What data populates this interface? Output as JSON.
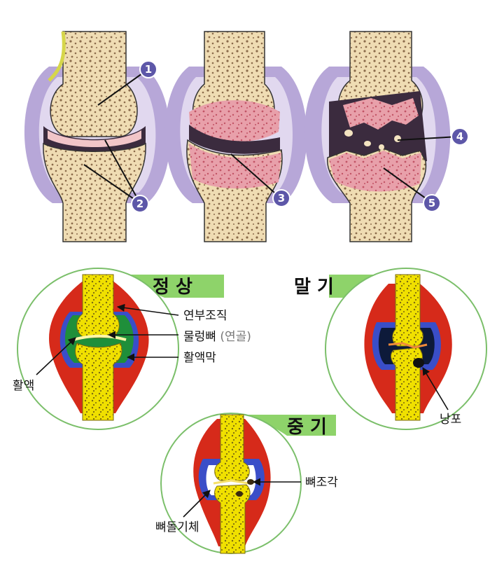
{
  "top_callouts": [
    "1",
    "2",
    "3",
    "4",
    "5"
  ],
  "stages": {
    "normal": {
      "title": "정 상",
      "labels": {
        "soft_tissue": "연부조직",
        "cartilage": "물렁뼈",
        "cartilage_paren": "(연골)",
        "synovium": "활액막",
        "synovial_fluid": "활액"
      }
    },
    "late": {
      "title": "말 기",
      "labels": {
        "cyst": "낭포"
      }
    },
    "middle": {
      "title": "중 기",
      "labels": {
        "bone_fragment": "뼈조각",
        "osteophyte": "뼈돌기체"
      }
    }
  },
  "colors": {
    "bone_fill": "#efdcb3",
    "bone_dots": "#8a6a4a",
    "capsule": "#b7a7d8",
    "capsule_light": "#e1d8ef",
    "damaged": "#e8a0aa",
    "dark_gap": "#3b2b3e",
    "callout": "#5d57a8",
    "circle_outline": "#7bbf6a",
    "green_band": "#8ed36a",
    "soft_tissue_red": "#d62a1a",
    "yellow_bone": "#f0e000",
    "synovium_blue": "#3a4ec8",
    "cartilage_green": "#1f8f3a"
  }
}
